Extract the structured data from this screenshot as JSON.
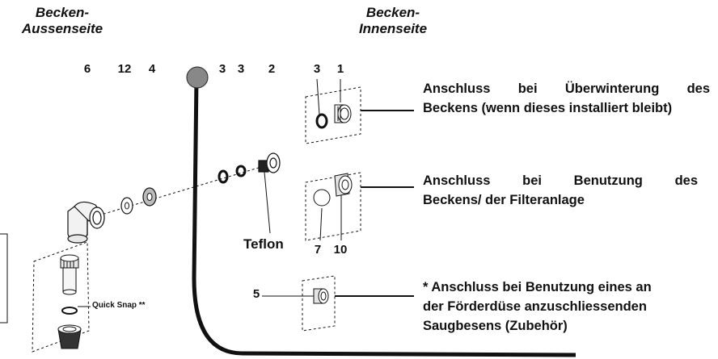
{
  "headers": {
    "outside": [
      "Becken-",
      "Aussenseite"
    ],
    "inside": [
      "Becken-",
      "Innenseite"
    ]
  },
  "part_numbers": {
    "p6": "6",
    "p12": "12",
    "p4": "4",
    "p3a": "3",
    "p3b": "3",
    "p2": "2",
    "p3c": "3",
    "p1": "1",
    "p7": "7",
    "p10": "10",
    "p5": "5"
  },
  "labels": {
    "teflon": "Teflon",
    "quick_snap": "Quick Snap **"
  },
  "descriptions": {
    "winter": [
      "Anschluss bei Überwinterung des",
      "Beckens (wenn dieses installiert bleibt)"
    ],
    "filter": [
      "Anschluss bei Benutzung des",
      "Beckens/ der Filteranlage"
    ],
    "vacuum": [
      "* Anschluss bei Benutzung eines an",
      "der Förderdüse anzuschliessenden",
      "Saugbesens (Zubehör)"
    ]
  },
  "colors": {
    "line": "#111111",
    "ball": "#888888",
    "part_fill": "#f4f4f4"
  }
}
